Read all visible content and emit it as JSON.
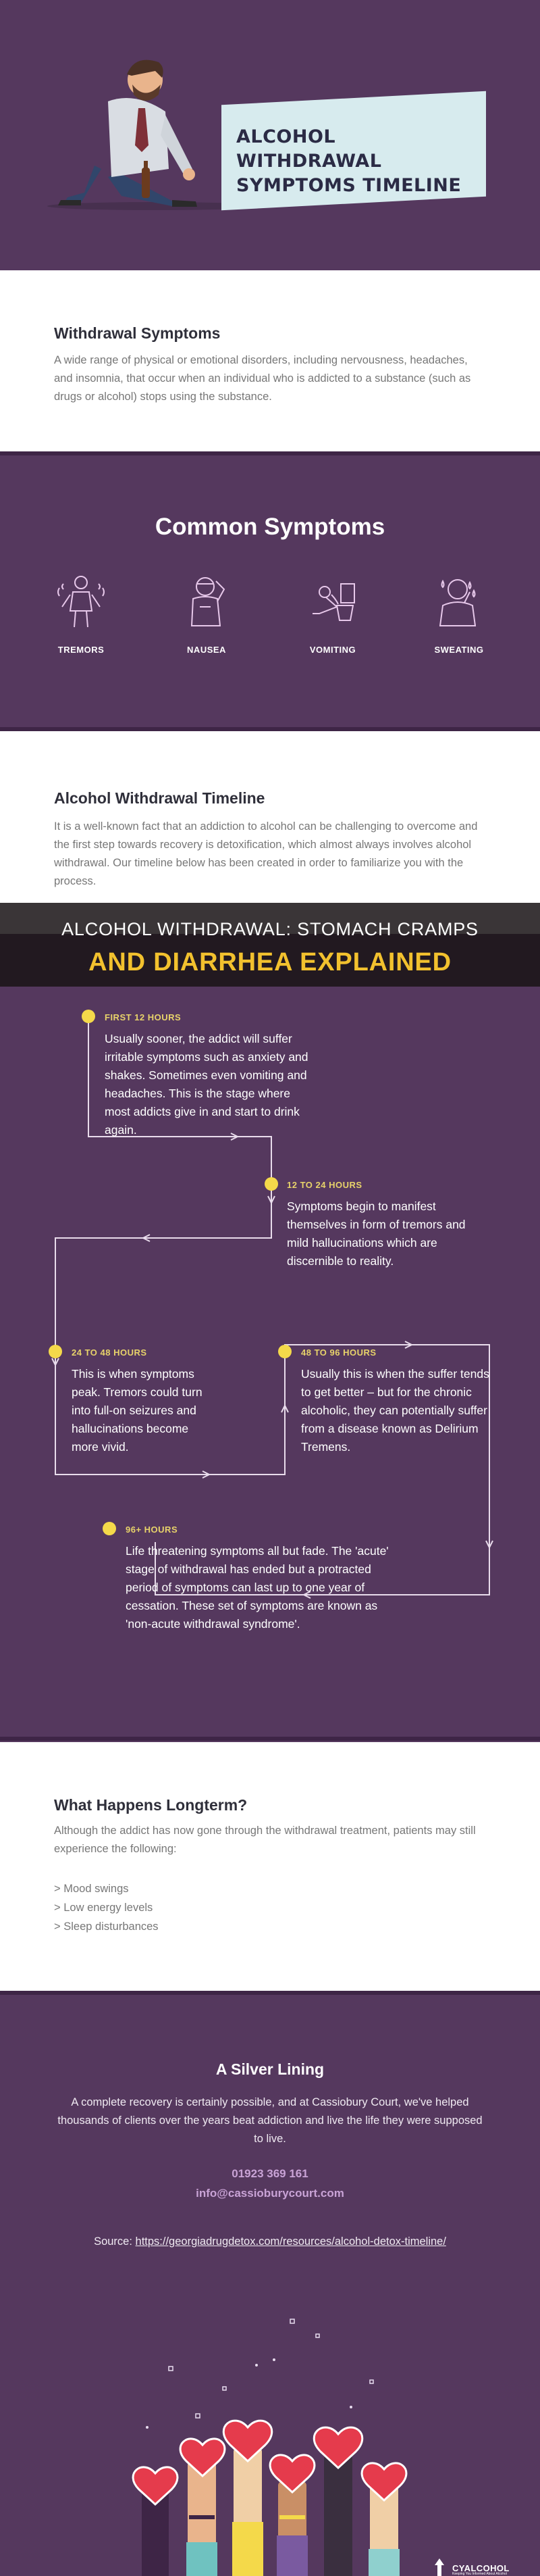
{
  "hero": {
    "title_line1": "ALCOHOL WITHDRAWAL",
    "title_line2": "SYMPTOMS TIMELINE"
  },
  "withdrawal_symptoms": {
    "heading": "Withdrawal Symptoms",
    "body": "A wide range of physical or emotional disorders, including nervousness, headaches, and insomnia, that occur when an individual who is addicted to a substance (such as drugs or alcohol) stops using the substance."
  },
  "common_symptoms": {
    "heading": "Common Symptoms",
    "items": [
      {
        "label": "TREMORS",
        "icon": "tremors-icon"
      },
      {
        "label": "NAUSEA",
        "icon": "nausea-icon"
      },
      {
        "label": "VOMITING",
        "icon": "vomiting-icon"
      },
      {
        "label": "SWEATING",
        "icon": "sweating-icon"
      }
    ]
  },
  "timeline_intro": {
    "heading": "Alcohol Withdrawal Timeline",
    "body": "It is a well-known fact that an addiction to alcohol can be challenging to overcome and the first step towards recovery is detoxification, which almost always involves alcohol withdrawal. Our timeline below has been created in order to familiarize you with the process."
  },
  "banner": {
    "line1": "ALCOHOL WITHDRAWAL: STOMACH CRAMPS",
    "line2": "AND DIARRHEA EXPLAINED"
  },
  "timeline": {
    "stages": [
      {
        "label": "FIRST 12 HOURS",
        "text": "Usually sooner, the addict will suffer irritable symptoms such as anxiety and shakes. Sometimes even vomiting and headaches. This is the stage where most addicts give in and start to drink again."
      },
      {
        "label": "12 TO 24 HOURS",
        "text": "Symptoms begin to manifest themselves in form of tremors and mild hallucinations which are discernible to reality."
      },
      {
        "label": "24 TO 48 HOURS",
        "text": "This is when symptoms peak. Tremors could turn into full-on seizures and hallucinations become more vivid."
      },
      {
        "label": "48 TO 96 HOURS",
        "text": "Usually this is when the suffer tends to get better – but for the chronic alcoholic, they can potentially suffer from a disease known as Delirium Tremens."
      },
      {
        "label": "96+ HOURS",
        "text": "Life threatening symptoms all but fade. The 'acute' stage of withdrawal has ended but a protracted period of symptoms can last up to one year of cessation. These set of symptoms are known as 'non-acute withdrawal syndrome'."
      }
    ]
  },
  "longterm": {
    "heading": "What Happens Longterm?",
    "body": "Although the addict has now gone through the withdrawal treatment, patients may still experience the following:",
    "items": [
      "> Mood swings",
      "> Low energy levels",
      "> Sleep disturbances"
    ]
  },
  "silver_lining": {
    "heading": "A Silver Lining",
    "body": "A complete recovery is certainly possible, and at Cassiobury Court, we've helped thousands of clients over the years beat addiction and live the life they were supposed to live.",
    "phone": "01923 369 161",
    "email": "info@cassioburycourt.com",
    "source_label": "Source:",
    "source_url": "https://georgiadrugdetox.com/resources/alcohol-detox-timeline/"
  },
  "logo": {
    "name": "CYALCOHOL",
    "tagline": "Keeping You Informed About Alcohol"
  },
  "colors": {
    "background": "#55385e",
    "accent_yellow": "#f4d94a",
    "link_purple": "#c9a3d6",
    "title_card": "#d7ebee"
  }
}
